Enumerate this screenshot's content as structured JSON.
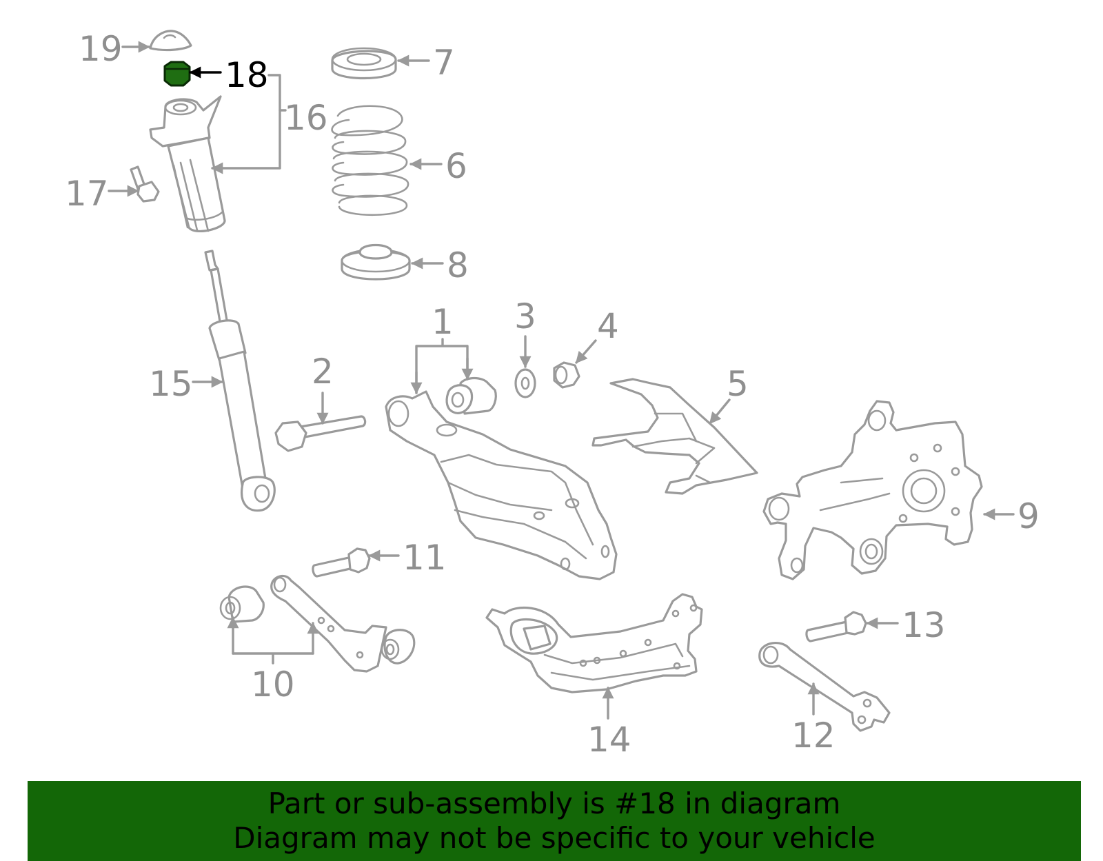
{
  "highlight": {
    "part": "18",
    "color": "#1f6e12"
  },
  "callouts": {
    "c1": "1",
    "c2": "2",
    "c3": "3",
    "c4": "4",
    "c5": "5",
    "c6": "6",
    "c7": "7",
    "c8": "8",
    "c9": "9",
    "c10": "10",
    "c11": "11",
    "c12": "12",
    "c13": "13",
    "c14": "14",
    "c15": "15",
    "c16": "16",
    "c17": "17",
    "c18": "18",
    "c19": "19"
  },
  "banner": {
    "line1": "Part or sub-assembly is #18 in diagram",
    "line2": "Diagram may not be specific to your vehicle",
    "background": "#136707"
  }
}
